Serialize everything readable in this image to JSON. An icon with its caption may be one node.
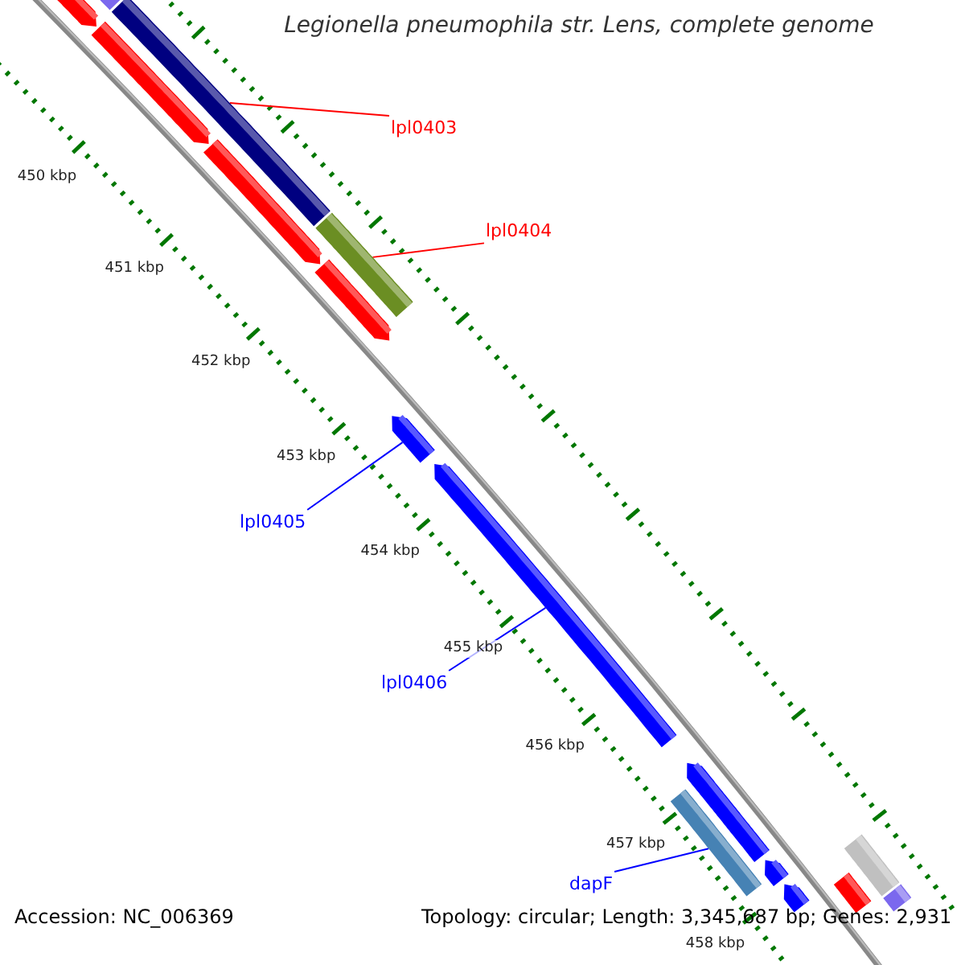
{
  "diagram": {
    "title": "Legionella pneumophila str. Lens, complete genome",
    "nodes": [
      {
        "text": [
          "lpl0403"
        ]
      },
      {
        "text": [],
        "shape": "bar"
      },
      {
        "text": [
          "lpl0404"
        ]
      },
      {
        "text": [],
        "shape": "bar"
      },
      {
        "text": [
          "lpl0405"
        ]
      },
      {
        "text": [],
        "shape": "bar"
      },
      {
        "text": [
          "lpl0406"
        ]
      },
      {
        "text": [],
        "shape": "bar"
      },
      {
        "text": [
          "dapF"
        ]
      },
      {
        "text": [],
        "shape": "bar"
      },
      {
        "text": [],
        "shape": "bar"
      },
      {
        "text": [],
        "shape": "bar"
      },
      {
        "text": [],
        "shape": "bar"
      },
      {
        "text": [],
        "shape": "bar"
      },
      {
        "text": [],
        "shape": "bar"
      },
      {
        "text": [],
        "shape": "bar"
      },
      {
        "text": [],
        "shape": "bar"
      },
      {
        "text": [],
        "shape": "bar"
      },
      {
        "text": [],
        "shape": "bar"
      },
      {
        "text": [],
        "shape": "bar"
      },
      {
        "text": [],
        "shape": "bar"
      }
    ],
    "edges": [
      {
        "from": 0,
        "to": 1,
        "arrow": "none",
        "color": "#ff0000"
      },
      {
        "from": 2,
        "to": 3,
        "arrow": "none",
        "color": "#ff0000"
      },
      {
        "from": 4,
        "to": 5,
        "arrow": "none"
      },
      {
        "from": 6,
        "to": 7,
        "arrow": "none"
      },
      {
        "from": 8,
        "to": 9,
        "arrow": "none"
      }
    ],
    "labels": [
      "450 kbp",
      "451 kbp",
      "452 kbp",
      "453 kbp",
      "454 kbp",
      "455 kbp",
      "456 kbp",
      "457 kbp",
      "458 kbp",
      "Accession: NC_006369",
      "Topology: circular; Length: 3,345,687 bp; Genes: 2,931"
    ]
  }
}
